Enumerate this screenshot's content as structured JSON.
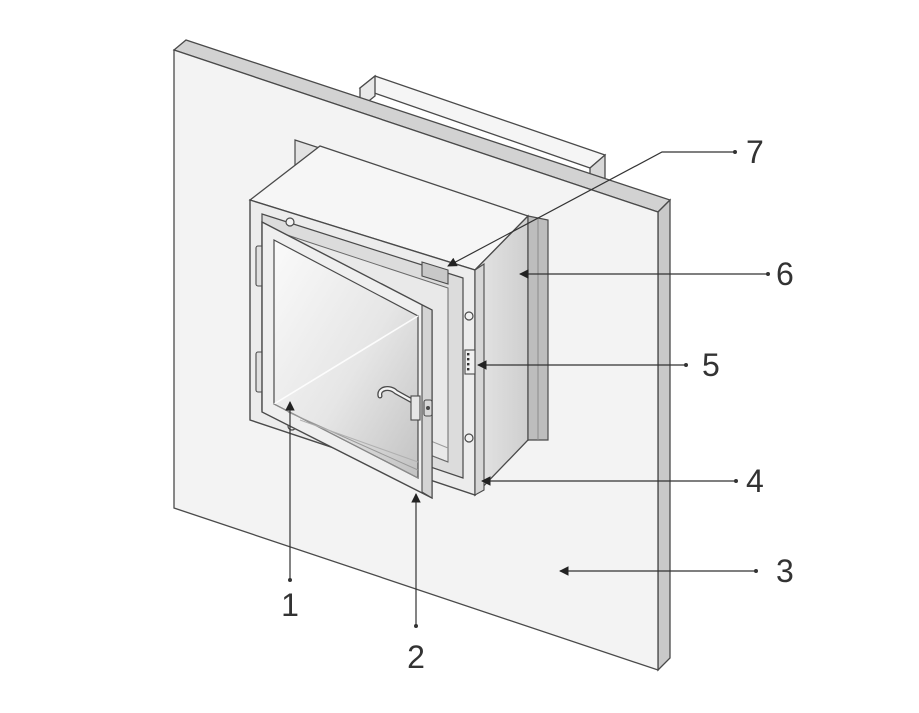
{
  "colors": {
    "outline": "#4a4a4a",
    "wall_face": "#f3f3f3",
    "wall_edge": "#c9c9c9",
    "frame": "#ececec",
    "box_top": "#f6f6f6",
    "box_side": "#dadada",
    "seal": "#bdbdbd",
    "glass_light": "#fafafa",
    "glass_dark": "#c2c2c2",
    "leader": "#333333"
  },
  "icons": [
    "handle-icon",
    "hinge-icon",
    "lock-icon",
    "screw-icon"
  ],
  "callouts": [
    {
      "id": "1",
      "label": "1"
    },
    {
      "id": "2",
      "label": "2"
    },
    {
      "id": "3",
      "label": "3"
    },
    {
      "id": "4",
      "label": "4"
    },
    {
      "id": "5",
      "label": "5"
    },
    {
      "id": "6",
      "label": "6"
    },
    {
      "id": "7",
      "label": "7"
    }
  ]
}
